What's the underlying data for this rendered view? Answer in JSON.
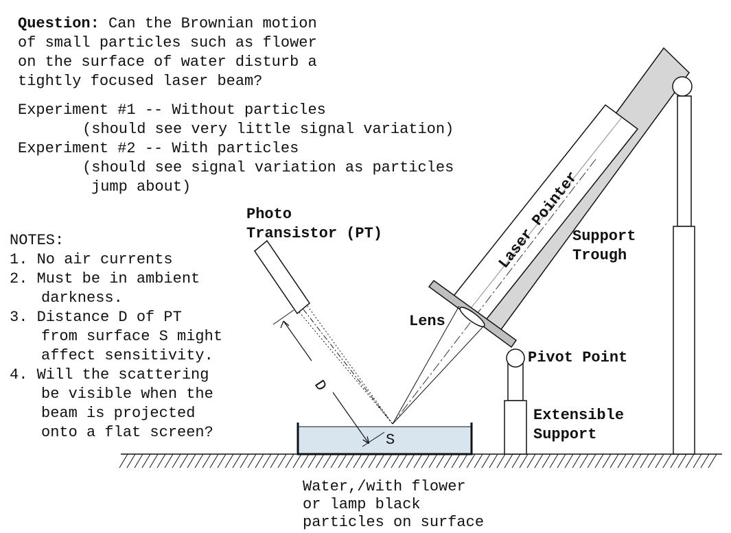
{
  "question": {
    "label": "Question:",
    "lines": [
      " Can the Brownian motion",
      "of small particles such as flower",
      "on the surface of water disturb a",
      "tightly focused laser beam?"
    ]
  },
  "experiments": [
    "Experiment #1 -- Without particles",
    "(should see very little signal variation)",
    "Experiment #2 -- With particles",
    "(should see signal variation as particles",
    "jump about)"
  ],
  "notes": {
    "title": "NOTES:",
    "lines": [
      "1. No air currents",
      "2. Must be in ambient",
      "darkness.",
      "3. Distance D of PT",
      "from surface S might",
      "affect sensitivity.",
      "4. Will the scattering",
      "be visible when the",
      "beam is projected",
      "onto a flat screen?"
    ]
  },
  "labels": {
    "photo_transistor": [
      "Photo",
      "Transistor (PT)"
    ],
    "laser_pointer": "Laser Pointer",
    "support_trough": [
      "Support",
      "Trough"
    ],
    "lens": "Lens",
    "pivot_point": "Pivot Point",
    "extensible_support": [
      "Extensible",
      "Support"
    ],
    "distance": "D",
    "surface": "S",
    "water": [
      "Water,/with flower",
      "or lamp black",
      "particles on surface"
    ]
  },
  "colors": {
    "ink": "#111111",
    "trough_fill": "#d6d6d6",
    "water_fill": "#d8e4ee"
  }
}
